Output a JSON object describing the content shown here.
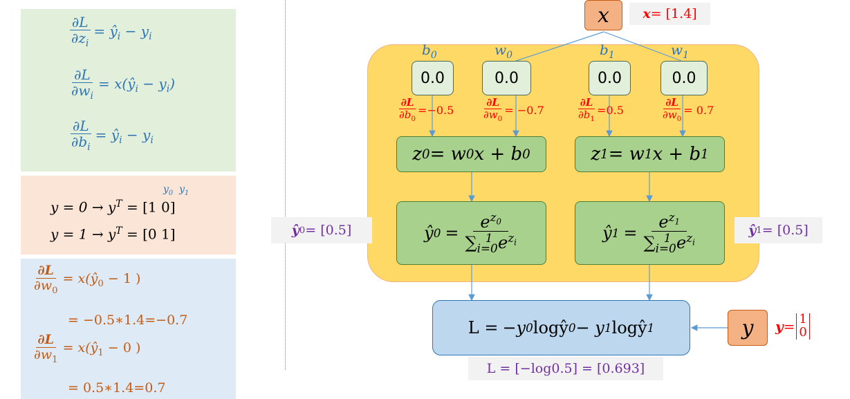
{
  "left_panels": {
    "gradient_general": {
      "dz_num": "∂L",
      "dz_den": "∂z",
      "dz_den_sub": "i",
      "dz_rhs": "= ŷ",
      "dz_rhs_sub": "i",
      "dz_rhs_tail": " − y",
      "dz_rhs_tail_sub": "i",
      "dw_num": "∂L",
      "dw_den": "∂w",
      "dw_den_sub": "i",
      "dw_rhs": "= x(ŷ",
      "dw_rhs_sub": "i",
      "dw_rhs_tail": " − y",
      "dw_rhs_tail_sub": "i",
      "dw_rhs_close": ")",
      "db_num": "∂L",
      "db_den": "∂b",
      "db_den_sub": "i",
      "db_rhs": "= ŷ",
      "db_rhs_sub": "i",
      "db_rhs_tail": " − y",
      "db_rhs_tail_sub": "i"
    },
    "onehot": {
      "header_y": "y",
      "header_y0_sub": "0",
      "header_y1_sub": "1",
      "line1": "y = 0 → y",
      "line1_sup": "T",
      "line1_rhs": " = [1  0]",
      "line2": "y = 1 → y",
      "line2_sup": "T",
      "line2_rhs": " = [0  1]"
    },
    "worked": {
      "dw0_num": "∂L",
      "dw0_den": "∂w",
      "dw0_den_sub": "0",
      "dw0_rhs": "= x(ŷ",
      "dw0_rhs_sub": "0",
      "dw0_rhs_tail": " − 1 )",
      "dw0_value": "= −0.5∗1.4=−0.7",
      "dw1_num": "∂L",
      "dw1_den": "∂w",
      "dw1_den_sub": "1",
      "dw1_rhs": "= x(ŷ",
      "dw1_rhs_sub": "1",
      "dw1_rhs_tail": " − 0 )",
      "dw1_value": "= 0.5∗1.4=0.7"
    }
  },
  "graph": {
    "input_x": {
      "label": "x",
      "value_lhs": "x",
      "value_rhs": " = [1.4]"
    },
    "params": [
      {
        "name": "b",
        "sub": "0",
        "value": "0.0",
        "grad_num": "∂L",
        "grad_den": "∂b",
        "grad_den_sub": "0",
        "grad_value": "=−0.5"
      },
      {
        "name": "w",
        "sub": "0",
        "value": "0.0",
        "grad_num": "∂L",
        "grad_den": "∂w",
        "grad_den_sub": "0",
        "grad_value": "= −0.7"
      },
      {
        "name": "b",
        "sub": "1",
        "value": "0.0",
        "grad_num": "∂L",
        "grad_den": "∂b",
        "grad_den_sub": "1",
        "grad_value": "=0.5"
      },
      {
        "name": "w",
        "sub": "1",
        "value": "0.0",
        "grad_num": "∂L",
        "grad_den": "∂w",
        "grad_den_sub": "0",
        "grad_value": "= 0.7"
      }
    ],
    "linear": [
      {
        "lhs": "z",
        "lhs_sub": "0",
        "mid": " = w",
        "mid_sub": "0",
        "tail": "x + b",
        "tail_sub": "0"
      },
      {
        "lhs": "z",
        "lhs_sub": "1",
        "mid": " = w",
        "mid_sub": "1",
        "tail": "x + b",
        "tail_sub": "1"
      }
    ],
    "softmax": [
      {
        "lhs": "ŷ",
        "lhs_sub": "0",
        "num": "e",
        "num_sup": "z",
        "num_sup_sub": "0",
        "den": "∑",
        "den_sub": "i=0",
        "den_sup": "1",
        "den_tail": " e",
        "den_tail_sup": "z",
        "den_tail_sup_sub": "i",
        "out_lhs": "ŷ",
        "out_sub": "0",
        "out_rhs": " = [0.5]"
      },
      {
        "lhs": "ŷ",
        "lhs_sub": "1",
        "num": "e",
        "num_sup": "z",
        "num_sup_sub": "1",
        "den": "∑",
        "den_sub": "i=0",
        "den_sup": "1",
        "den_tail": " e",
        "den_tail_sup": "z",
        "den_tail_sup_sub": "i",
        "out_lhs": "ŷ",
        "out_sub": "1",
        "out_rhs": " = [0.5]"
      }
    ],
    "loss": {
      "lhs": "L = ",
      "t1": "−y",
      "t1_sub": "0",
      "t2": "logŷ",
      "t2_sub": "0",
      "t3": " − y",
      "t3_sub": "1",
      "t4": "logŷ",
      "t4_sub": "1",
      "value": "L = [−log0.5] = [0.693]"
    },
    "input_y": {
      "label": "y",
      "value_lhs": "y",
      "value_rhs": " = ",
      "vec_top": "1",
      "vec_bottom": "0"
    }
  },
  "colors": {
    "green_panel": "#e2efda",
    "peach_panel": "#fbe5d6",
    "blue_panel": "#deebf7",
    "container": "#ffd966",
    "accent_red": "#ff0000",
    "accent_purple": "#7030a0"
  }
}
